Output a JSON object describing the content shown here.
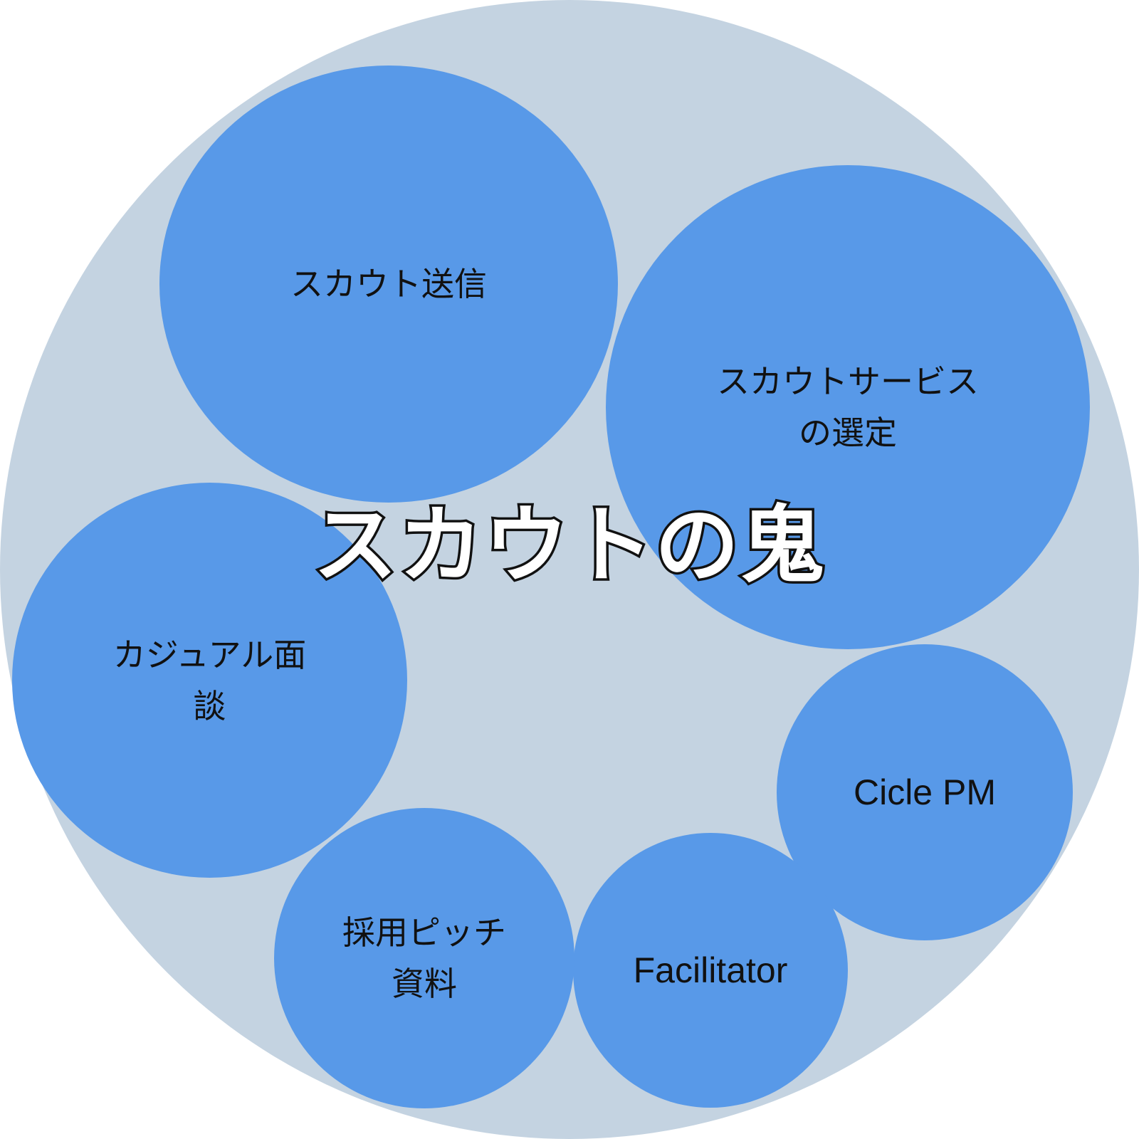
{
  "colors": {
    "outer": "#c4d3e1",
    "bubble": "#5899e8",
    "text": "#111111",
    "title_fill": "#ffffff",
    "title_stroke": "#111111"
  },
  "title": "スカウトの鬼",
  "bubbles": {
    "scout_send": {
      "label": "スカウト送信"
    },
    "service_select": {
      "label": "スカウトサービス\nの選定"
    },
    "casual_interview": {
      "label": "カジュアル面\n談"
    },
    "cicle_pm": {
      "label": "Cicle PM"
    },
    "facilitator": {
      "label": "Facilitator"
    },
    "pitch_deck": {
      "label": "採用ピッチ\n資料"
    }
  }
}
